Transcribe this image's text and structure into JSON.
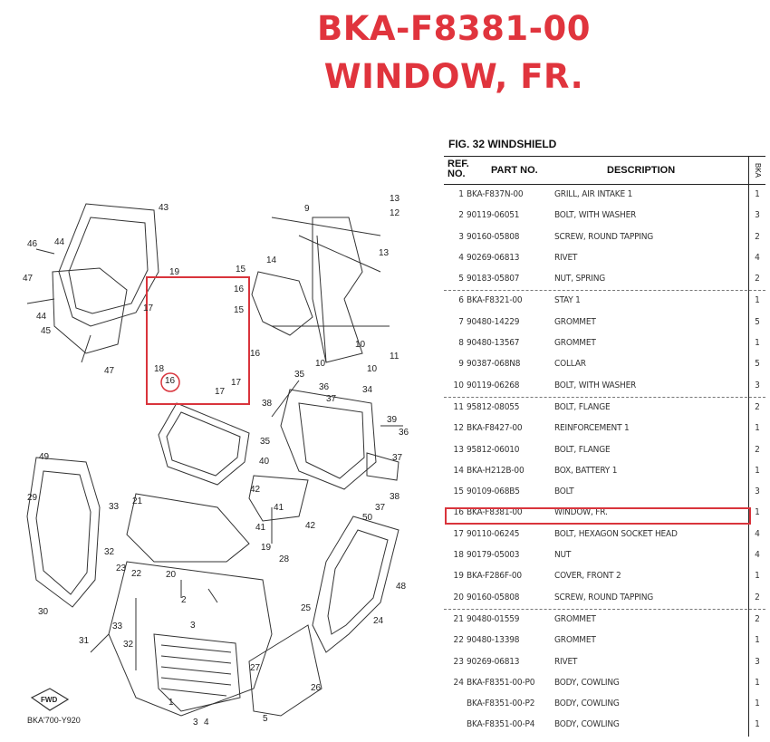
{
  "heading": {
    "part_number": "BKA-F8381-00",
    "part_name": "WINDOW, FR."
  },
  "figure": {
    "title": "FIG. 32  WINDSHIELD",
    "diagram_code": "BKA'700-Y920",
    "fwd_label": "FWD",
    "callouts": [
      "43",
      "46",
      "44",
      "47",
      "44",
      "45",
      "47",
      "19",
      "15",
      "14",
      "16",
      "15",
      "17",
      "18",
      "16",
      "17",
      "17",
      "16",
      "9",
      "13",
      "12",
      "13",
      "10",
      "10",
      "11",
      "10",
      "35",
      "36",
      "37",
      "34",
      "38",
      "39",
      "36",
      "35",
      "37",
      "38",
      "37",
      "49",
      "29",
      "33",
      "21",
      "22",
      "20",
      "23",
      "32",
      "33",
      "30",
      "40",
      "42",
      "41",
      "41",
      "42",
      "19",
      "28",
      "50",
      "48",
      "25",
      "2",
      "3",
      "27",
      "3",
      "24",
      "31",
      "32",
      "1",
      "5",
      "4",
      "26"
    ],
    "highlight_callout": "16"
  },
  "table": {
    "headers": {
      "ref": "REF.\nNO.",
      "part_no": "PART NO.",
      "description": "DESCRIPTION",
      "model": "BKA"
    },
    "rows": [
      {
        "ref": "1",
        "part_no": "BKA-F837N-00",
        "desc": "GRILL, AIR INTAKE 1",
        "qty": "1"
      },
      {
        "ref": "2",
        "part_no": "90119-06051",
        "desc": "BOLT, WITH WASHER",
        "qty": "3"
      },
      {
        "ref": "3",
        "part_no": "90160-05808",
        "desc": "SCREW, ROUND TAPPING",
        "qty": "2"
      },
      {
        "ref": "4",
        "part_no": "90269-06813",
        "desc": "RIVET",
        "qty": "4"
      },
      {
        "ref": "5",
        "part_no": "90183-05807",
        "desc": "NUT, SPRING",
        "qty": "2"
      },
      {
        "ref": "6",
        "part_no": "BKA-F8321-00",
        "desc": "STAY 1",
        "qty": "1"
      },
      {
        "ref": "7",
        "part_no": "90480-14229",
        "desc": "GROMMET",
        "qty": "5"
      },
      {
        "ref": "8",
        "part_no": "90480-13567",
        "desc": "GROMMET",
        "qty": "1"
      },
      {
        "ref": "9",
        "part_no": "90387-068N8",
        "desc": "COLLAR",
        "qty": "5"
      },
      {
        "ref": "10",
        "part_no": "90119-06268",
        "desc": "BOLT, WITH WASHER",
        "qty": "3"
      },
      {
        "ref": "11",
        "part_no": "95812-08055",
        "desc": "BOLT, FLANGE",
        "qty": "2"
      },
      {
        "ref": "12",
        "part_no": "BKA-F8427-00",
        "desc": "REINFORCEMENT 1",
        "qty": "1"
      },
      {
        "ref": "13",
        "part_no": "95812-06010",
        "desc": "BOLT, FLANGE",
        "qty": "2"
      },
      {
        "ref": "14",
        "part_no": "BKA-H212B-00",
        "desc": "BOX, BATTERY 1",
        "qty": "1"
      },
      {
        "ref": "15",
        "part_no": "90109-068B5",
        "desc": "BOLT",
        "qty": "3"
      },
      {
        "ref": "16",
        "part_no": "BKA-F8381-00",
        "desc": "WINDOW, FR.",
        "qty": "1"
      },
      {
        "ref": "17",
        "part_no": "90110-06245",
        "desc": "BOLT, HEXAGON SOCKET HEAD",
        "qty": "4"
      },
      {
        "ref": "18",
        "part_no": "90179-05003",
        "desc": "NUT",
        "qty": "4"
      },
      {
        "ref": "19",
        "part_no": "BKA-F286F-00",
        "desc": "COVER, FRONT 2",
        "qty": "1"
      },
      {
        "ref": "20",
        "part_no": "90160-05808",
        "desc": "SCREW, ROUND TAPPING",
        "qty": "2"
      },
      {
        "ref": "21",
        "part_no": "90480-01559",
        "desc": "GROMMET",
        "qty": "2"
      },
      {
        "ref": "22",
        "part_no": "90480-13398",
        "desc": "GROMMET",
        "qty": "1"
      },
      {
        "ref": "23",
        "part_no": "90269-06813",
        "desc": "RIVET",
        "qty": "3"
      },
      {
        "ref": "24",
        "part_no": "BKA-F8351-00-P0",
        "desc": "BODY, COWLING",
        "qty": "1"
      },
      {
        "ref": "",
        "part_no": "BKA-F8351-00-P2",
        "desc": "BODY, COWLING",
        "qty": "1"
      },
      {
        "ref": "",
        "part_no": "BKA-F8351-00-P4",
        "desc": "BODY, COWLING",
        "qty": "1"
      }
    ],
    "highlight_ref": "16"
  },
  "colors": {
    "accent": "#e0343d",
    "line_art": "#333333"
  }
}
